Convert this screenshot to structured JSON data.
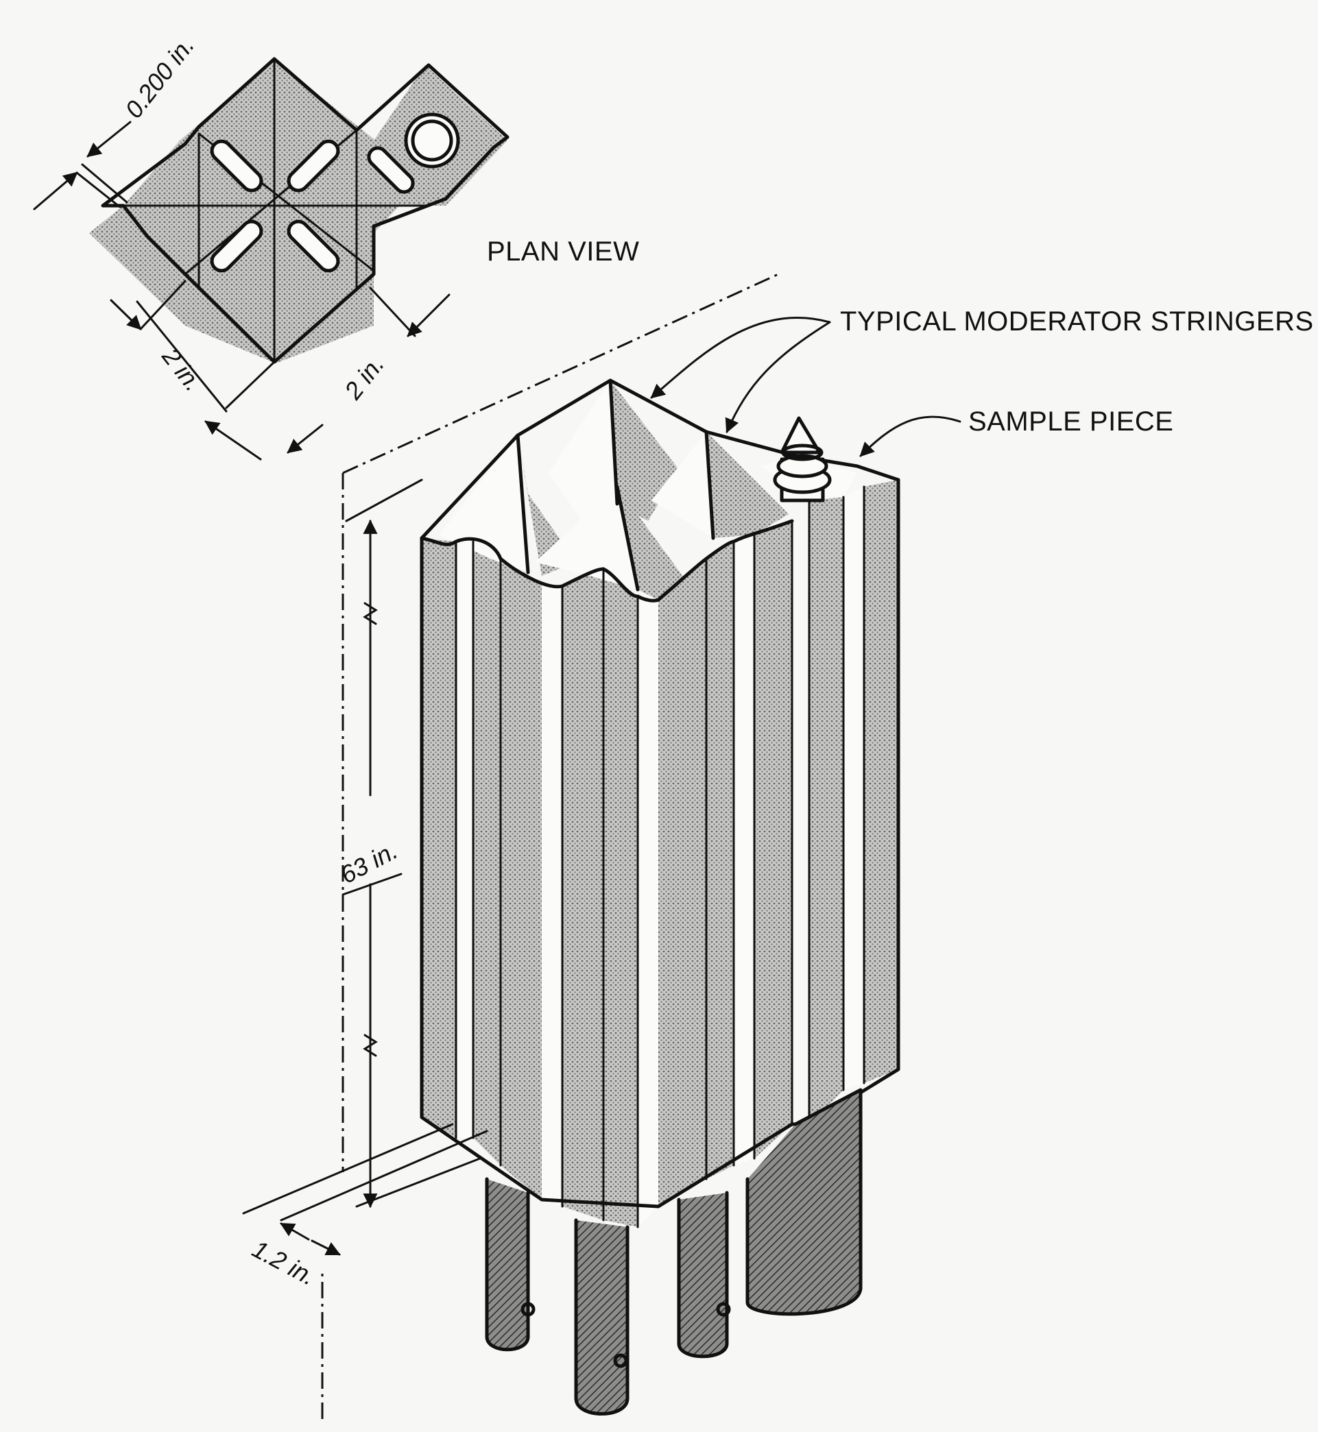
{
  "labels": {
    "plan_view": "PLAN VIEW",
    "typical_moderator_stringers": "TYPICAL MODERATOR STRINGERS",
    "sample_piece": "SAMPLE PIECE"
  },
  "dimensions": {
    "gap": "0.200 in.",
    "width_left": "2 in.",
    "width_right": "2 in.",
    "height": "63 in.",
    "pin": "1.2 in."
  },
  "colors": {
    "ink": "#111111",
    "paper": "#f7f7f5",
    "stipple": "#9a9a9a"
  }
}
